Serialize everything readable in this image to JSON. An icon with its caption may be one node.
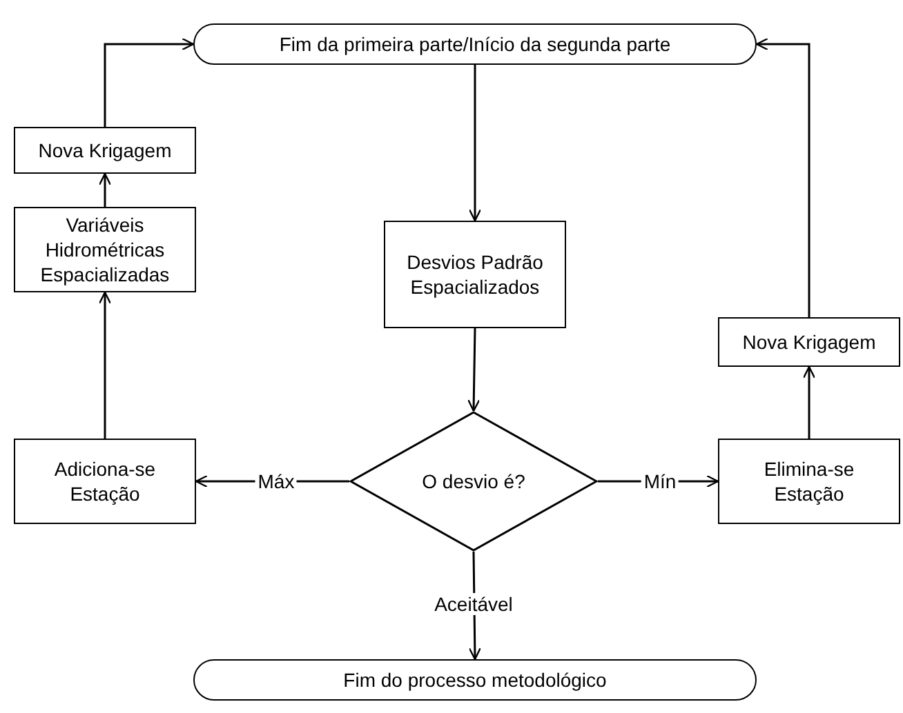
{
  "diagram": {
    "nodes": [
      {
        "text": [
          "Fim da primeira parte/Início da segunda parte"
        ]
      },
      {
        "text": [
          "Nova Krigagem"
        ]
      },
      {
        "text": [
          "Variáveis Hidrométricas Espacializadas"
        ]
      },
      {
        "text": [
          "Desvios Padrão Espacializados"
        ]
      },
      {
        "text": [
          "Nova Krigagem"
        ]
      },
      {
        "text": [
          "Adiciona-se Estação"
        ]
      },
      {
        "text": [
          "O desvio é?"
        ]
      },
      {
        "text": [
          "Elimina-se Estação"
        ]
      },
      {
        "text": [
          "Fim do processo metodológico"
        ]
      }
    ],
    "edges": [
      {
        "from": 0,
        "to": 3,
        "arrow": "to"
      },
      {
        "from": 3,
        "to": 6,
        "arrow": "to"
      },
      {
        "from": 6,
        "to": 5,
        "arrow": "to",
        "label": "Máx"
      },
      {
        "from": 6,
        "to": 7,
        "arrow": "to",
        "label": "Mín"
      },
      {
        "from": 6,
        "to": 8,
        "arrow": "to",
        "label": "Aceitável"
      },
      {
        "from": 5,
        "to": 2,
        "arrow": "to"
      },
      {
        "from": 2,
        "to": 1,
        "arrow": "to"
      },
      {
        "from": 1,
        "to": 0,
        "arrow": "to"
      },
      {
        "from": 7,
        "to": 4,
        "arrow": "to"
      },
      {
        "from": 4,
        "to": 0,
        "arrow": "to"
      }
    ]
  }
}
